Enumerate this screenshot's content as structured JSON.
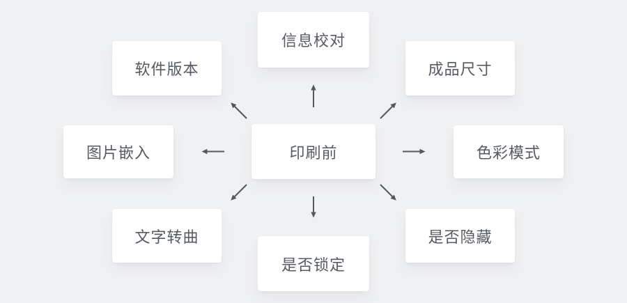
{
  "diagram": {
    "center": {
      "label": "印刷前"
    },
    "nodes": [
      {
        "position": "top",
        "label": "信息校对"
      },
      {
        "position": "top-left",
        "label": "软件版本"
      },
      {
        "position": "top-right",
        "label": "成品尺寸"
      },
      {
        "position": "left",
        "label": "图片嵌入"
      },
      {
        "position": "right",
        "label": "色彩模式"
      },
      {
        "position": "bottom-left",
        "label": "文字转曲"
      },
      {
        "position": "bottom",
        "label": "是否锁定"
      },
      {
        "position": "bottom-right",
        "label": "是否隐藏"
      }
    ],
    "arrows": [
      "arrow-up",
      "arrow-up-left",
      "arrow-up-right",
      "arrow-left",
      "arrow-right",
      "arrow-down-left",
      "arrow-down",
      "arrow-down-right"
    ],
    "colors": {
      "background": "#f0f1f3",
      "card": "#ffffff",
      "text": "#565a62",
      "arrow": "#54575d"
    }
  }
}
